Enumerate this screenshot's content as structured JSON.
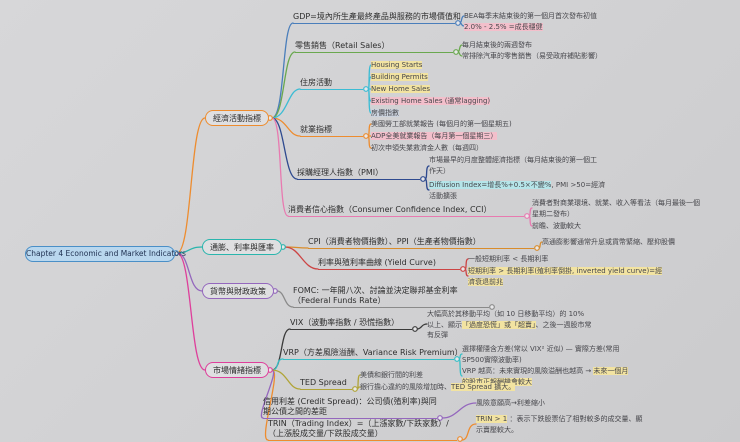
{
  "map": {
    "root": {
      "label": "Chapter 4 Economic and Market Indicators"
    },
    "economic": {
      "label": "經濟活動指標",
      "gdp": {
        "label": "GDP=境內所生產最終產品與服務的市場價值和",
        "bea": "BEA每季末結束後的第一個月首次發布初值",
        "range": "2.0% - 2.5% =成長穩健"
      },
      "retail": {
        "label": "零售銷售（Retail Sales）",
        "timing": "每月結束後的兩週發布",
        "ex_auto": "常排除汽車的零售銷售（易受政府補貼影響）"
      },
      "housing": {
        "label": "住房活動",
        "starts": "Housing Starts",
        "permits": "Building Permits",
        "new_home": "New Home Sales",
        "existing": "Existing Home Sales (通常lagging)",
        "price_index": "房價指數"
      },
      "employment": {
        "label": "就業指標",
        "bls": "美國勞工部就業報告 (每個月的第一個星期五)",
        "adp": "ADP全美就業報告（每月第一個星期三）",
        "claims": "初次申領失業救濟金人數（每週四）"
      },
      "pmi": {
        "label": "採購經理人指數（PMI）",
        "earliest": "市場最早的月度整體經濟指標（每月結束後的第一個工作天）",
        "diffusion_formula": "Diffusion Index=增長%+0.5×不變%",
        "diffusion_rest": ", PMI >50=經濟活動擴張"
      },
      "cci": {
        "label": "消費者信心指數（Consumer Confidence Index, CCI）",
        "desc": "消費者對商業環境、就業、收入等看法（每月最後一個星期二發布）",
        "nature": "前瞻、波動較大"
      }
    },
    "inflation": {
      "label": "通膨、利率與匯率",
      "cpi": {
        "label": "CPI（消費者物價指數）、PPI（生產者物價指數）",
        "effect": "高通膨影響通常升息或貨幣緊縮、壓抑股價"
      },
      "yield_curve": {
        "label": "利率與殖利率曲線 (Yield Curve)",
        "normal": "一般短期利率 < 長期利率",
        "inverted": "短期利率 > 長期利率(殖利率倒掛, inverted yield curve)=經濟衰退前兆"
      }
    },
    "policy": {
      "label": "貨幣與財政政策",
      "fomc": {
        "label": "FOMC: 一年開八次、討論並決定聯邦基金利率（Federal Funds Rate）"
      }
    },
    "sentiment": {
      "label": "市場情緒指標",
      "vix": {
        "label": "VIX（波動率指數 / 恐慌指數）",
        "pre": "大幅高於其移動平均（如 10 日移動平均）的 10% 以上、顯示",
        "hl": "「過度恐慌」或「超賣」",
        "post": "、之後一週股市常有反彈"
      },
      "vrp": {
        "label": "VRP（方差風險溢酬、Variance Risk Premium）",
        "def": "選擇權隱含方差(常以 VIX² 近似) — 實際方差(常用 SP500實際波動率)",
        "high_pre": "VRP 越高：未來實現的風險溢酬也越高 → ",
        "high_hl": "未來一個月的股市正報酬機會較大"
      },
      "ted": {
        "label": "TED Spread",
        "def": "美債和銀行間的利差",
        "widen_pre": "銀行擔心違約的風險增加時、",
        "widen_hl": "TED Spread 擴大。"
      },
      "credit": {
        "label": "信用利差 (Credit Spread)：公司債(殖利率)與同期公債之間的差距",
        "narrow": "風險意願高→利差縮小"
      },
      "trin": {
        "label": "TRIN（Trading Index）=（上漲家數/下跌家數）/（上漲股成交量/下跌股成交量）",
        "gt1_hl": "TRIN > 1",
        "gt1_rest": " ：表示下跌股票佔了相對較多的成交量、顯示賣壓較大。"
      }
    }
  },
  "colors": {
    "background": "#d2d2d4",
    "root_fill": "#b9d7ee",
    "root_border": "#4a8fc7",
    "economic_branch": "#ed8c2f",
    "inflation_branch": "#2ab5ad",
    "policy_branch": "#9467bd",
    "sentiment_branch": "#de3f9b",
    "gdp_line": "#4a7ebb",
    "retail_line": "#6aa84f",
    "housing_line": "#3bbcd4",
    "employment_line": "#ed8c2f",
    "pmi_line": "#2e4a8f",
    "cci_line": "#e87ab0",
    "cpi_line": "#d98c2b",
    "yield_line": "#cc4444",
    "fomc_line": "#8a8a8a",
    "vix_line": "#3a3a3a",
    "vrp_line": "#35bfc7",
    "ted_line": "#b0a437",
    "credit_line": "#9467bd",
    "trin_line": "#ed8c2f",
    "highlight_yellow": "#f2e3a1",
    "highlight_pink": "#f3bfcb",
    "highlight_cyan": "#b5e5e9",
    "highlight_gray": "#ccd3de"
  }
}
